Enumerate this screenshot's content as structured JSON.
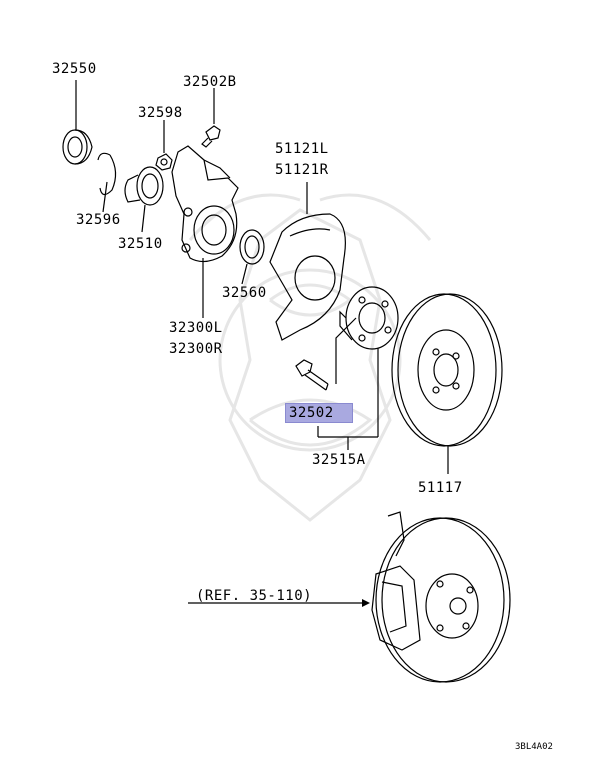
{
  "labels": {
    "p32550": "32550",
    "p32502B": "32502B",
    "p32598": "32598",
    "p32596": "32596",
    "p32510": "32510",
    "p32560": "32560",
    "p32300L": "32300L",
    "p32300R": "32300R",
    "p51121L": "51121L",
    "p51121R": "51121R",
    "p32502": "32502",
    "p32515A": "32515A",
    "p51117": "51117",
    "ref": "(REF. 35-110)"
  },
  "diagram_code": "3BL4A02",
  "colors": {
    "line": "#000000",
    "highlight": "#a9a9e0",
    "watermark": "#e6e6e6"
  }
}
